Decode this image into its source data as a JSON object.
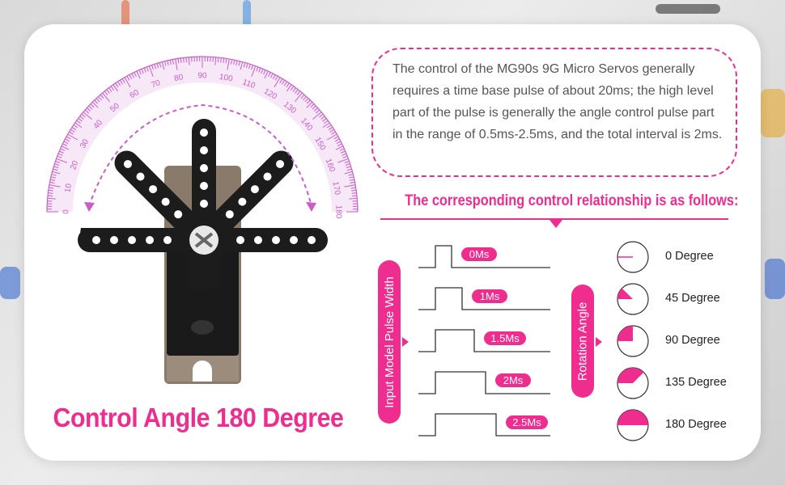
{
  "headline": "Control Angle 180 Degree",
  "description": "The control of the MG90s 9G Micro Servos generally requires a time base pulse of about 20ms; the high level part of the pulse is generally the angle control pulse part in the range of 0.5ms-2.5ms, and the total interval is 2ms.",
  "relationship_title": "The corresponding control relationship is as follows:",
  "left_axis_label": "Input Model Pulse Width",
  "right_axis_label": "Rotation Angle",
  "protractor_ticks": [
    "0",
    "10",
    "20",
    "30",
    "40",
    "50",
    "60",
    "70",
    "80",
    "90",
    "100",
    "110",
    "120",
    "130",
    "140",
    "150",
    "160",
    "170",
    "180"
  ],
  "pulses": [
    {
      "label": "0Ms",
      "fraction": 0.5
    },
    {
      "label": "1Ms",
      "fraction": 1.0
    },
    {
      "label": "1.5Ms",
      "fraction": 1.5
    },
    {
      "label": "2Ms",
      "fraction": 2.0
    },
    {
      "label": "2.5Ms",
      "fraction": 2.5
    }
  ],
  "angles": [
    {
      "label": "0 Degree",
      "degrees": 0
    },
    {
      "label": "45 Degree",
      "degrees": 45
    },
    {
      "label": "90 Degree",
      "degrees": 90
    },
    {
      "label": "135 Degree",
      "degrees": 135
    },
    {
      "label": "180 Degree",
      "degrees": 180
    }
  ],
  "colors": {
    "accent": "#ee2d8f",
    "protractor": "#c75fc7",
    "horn": "#1c1c1c"
  }
}
